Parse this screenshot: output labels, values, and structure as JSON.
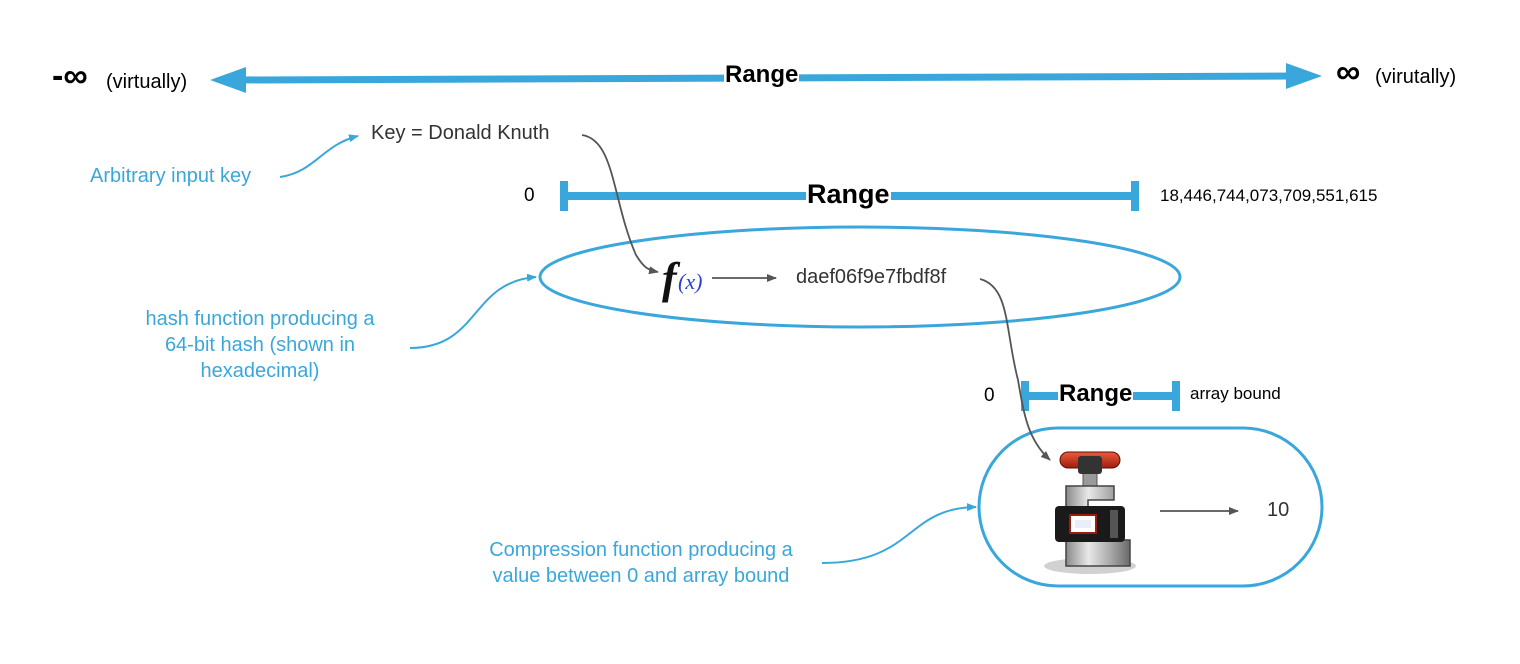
{
  "colors": {
    "accent_blue": "#3aa7dc",
    "arrow_gray": "#555555",
    "text_dark": "#333333"
  },
  "top_range": {
    "title": "Range",
    "left_symbol": "-∞",
    "left_note": "(virtually)",
    "right_symbol": "∞",
    "right_note": "(virutally)"
  },
  "key": {
    "text": "Key = Donald Knuth",
    "annotation": "Arbitrary input key"
  },
  "hash_range": {
    "title": "Range",
    "min": "0",
    "max": "18,446,744,073,709,551,615"
  },
  "hash_stage": {
    "icon": "function-fx-icon",
    "output": "daef06f9e7fbdf8f",
    "annotation_lines": [
      "hash function producing a",
      "64-bit hash (shown in",
      "hexadecimal)"
    ]
  },
  "compression_range": {
    "title": "Range",
    "min": "0",
    "max": "array bound"
  },
  "compression_stage": {
    "icon": "compression-clamp-icon",
    "output": "10",
    "annotation_lines": [
      "Compression function producing a",
      "value between 0 and array bound"
    ]
  }
}
